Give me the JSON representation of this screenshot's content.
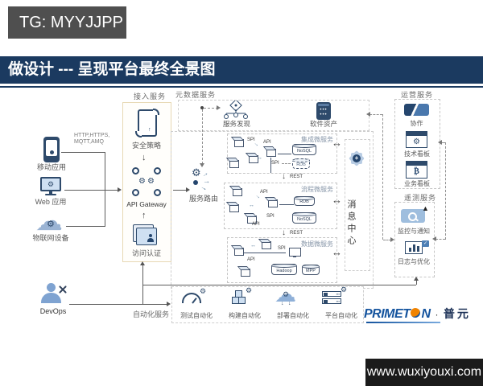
{
  "colors": {
    "titlebar_bg": "#1b3a60",
    "banner_bg": "#4f4f4f",
    "watermark_bg": "#1b1b1b",
    "accent_navy": "#2e4a6b",
    "accent_lightblue": "#c3d6ea",
    "access_border": "#e7d8b4",
    "logo_blue": "#15549e",
    "logo_orange": "#f08300"
  },
  "banner": {
    "text": "TG: MYYJJPP"
  },
  "header": {
    "title": "做设计 --- 呈现平台最终全景图"
  },
  "clients": {
    "mobile": "移动应用",
    "web": "Web 应用",
    "iot": "物联网设备",
    "protocol_line1": "HTTP,HTTPS,",
    "protocol_line2": "MQTT,AMQ"
  },
  "access": {
    "title": "接入服务",
    "policy": "安全策略",
    "gateway": "API Gateway",
    "auth": "访问认证"
  },
  "routing": {
    "label": "服务路由"
  },
  "metadata": {
    "title": "元数据服务",
    "discovery": "服务发现",
    "assets": "软件资产"
  },
  "tags": {
    "spi": "SPI",
    "api": "API",
    "rest": "REST"
  },
  "microservices": [
    {
      "title": "集成微服务",
      "dbs": [
        "NoSQL",
        "RDB"
      ]
    },
    {
      "title": "流程微服务",
      "dbs": [
        "RDB",
        "NoSQL"
      ]
    },
    {
      "title": "数据微服务",
      "dbs": [
        "Hadoop",
        "MPP"
      ]
    }
  ],
  "message_center": {
    "label": "消息中心"
  },
  "operations": {
    "title": "运营服务",
    "items": [
      "协作",
      "技术看板",
      "业务看板"
    ]
  },
  "telemetry": {
    "title": "遥测服务",
    "items": [
      "监控与通知",
      "日志与优化"
    ]
  },
  "automation": {
    "title": "自动化服务",
    "items": [
      "测试自动化",
      "构建自动化",
      "部署自动化",
      "平台自动化"
    ]
  },
  "devops": {
    "label": "DevOps"
  },
  "logo": {
    "prefix": "PRIMET",
    "suffix": "N",
    "dot": "·",
    "cn": "普元"
  },
  "watermark": {
    "text": "www.wuxiyouxi.com"
  }
}
